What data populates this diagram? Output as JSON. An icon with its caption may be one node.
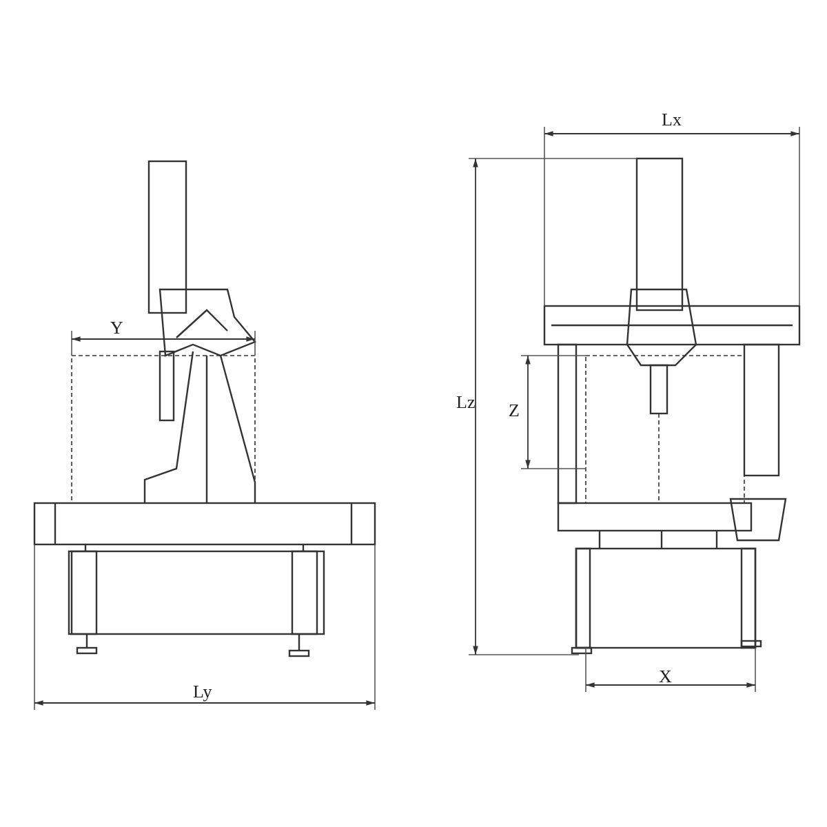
{
  "diagram": {
    "labels": [
      "Lx",
      "Y",
      "Lz",
      "Z",
      "X",
      "Ly"
    ]
  }
}
